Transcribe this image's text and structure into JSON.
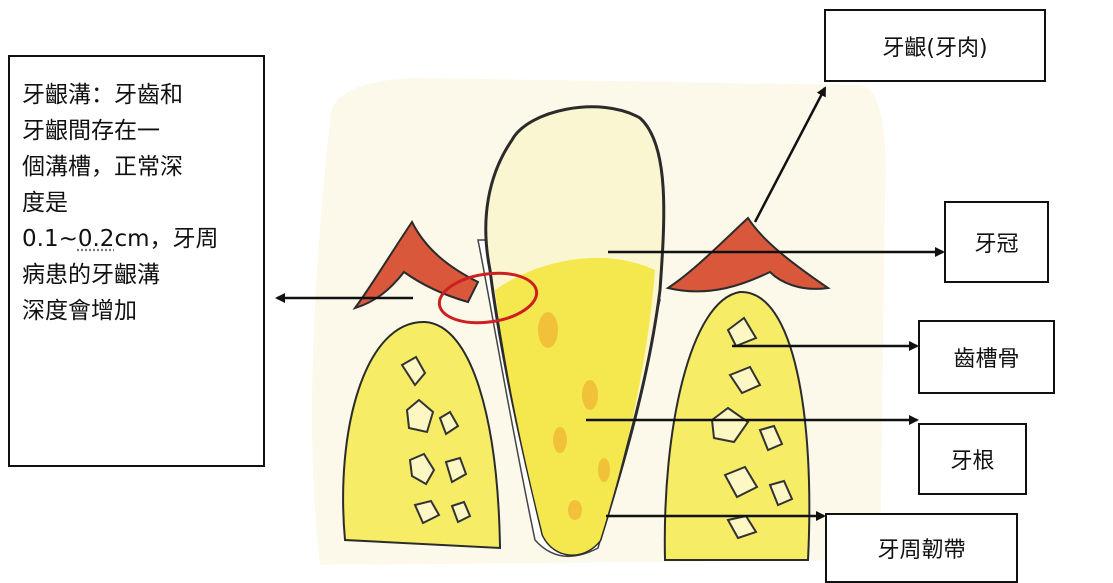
{
  "description": {
    "lines": [
      "牙齦溝：牙齒和",
      "牙齦間存在一",
      "個溝槽，正常深",
      "度是"
    ],
    "range_prefix": "0.1~",
    "range_value": "0.2",
    "range_suffix": "cm，牙周",
    "lines_after": [
      "病患的牙齦溝",
      "深度會增加"
    ]
  },
  "labels": {
    "gum": "牙齦(牙肉)",
    "crown": "牙冠",
    "alveolar_bone": "齒槽骨",
    "root": "牙根",
    "periodontal_ligament": "牙周韌帶"
  },
  "colors": {
    "gum": "#d9583c",
    "bone": "#f6ec66",
    "crown": "#fbf6d2",
    "outline": "#2b2b2b",
    "marker": "#cc1f1f"
  }
}
